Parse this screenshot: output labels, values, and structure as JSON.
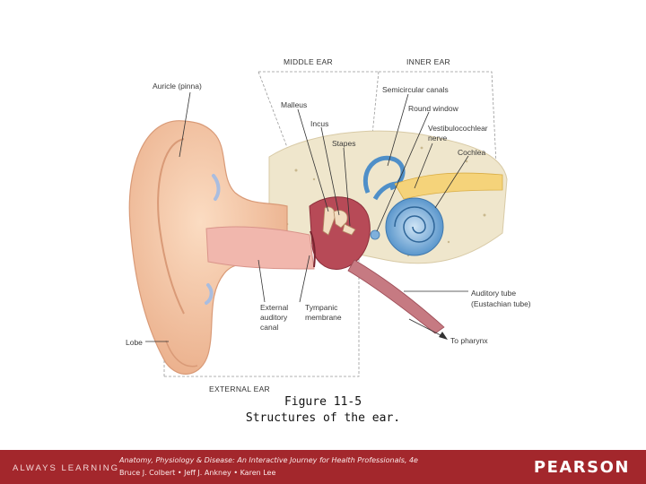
{
  "diagram": {
    "sections": {
      "middle_ear": "MIDDLE EAR",
      "inner_ear": "INNER EAR",
      "external_ear": "EXTERNAL EAR"
    },
    "labels": {
      "auricle": "Auricle (pinna)",
      "malleus": "Malleus",
      "incus": "Incus",
      "stapes": "Stapes",
      "semicircular_canals": "Semicircular canals",
      "round_window": "Round window",
      "vestibulocochlear_1": "Vestibulocochlear",
      "vestibulocochlear_2": "nerve",
      "cochlea": "Cochlea",
      "auditory_tube_1": "Auditory tube",
      "auditory_tube_2": "(Eustachian tube)",
      "to_pharynx": "To pharynx",
      "external_canal_1": "External",
      "external_canal_2": "auditory",
      "external_canal_3": "canal",
      "tympanic_1": "Tympanic",
      "tympanic_2": "membrane",
      "lobe": "Lobe"
    }
  },
  "caption": {
    "title": "Figure 11-5",
    "subtitle": "Structures of the ear."
  },
  "footer": {
    "tagline": "ALWAYS LEARNING",
    "book": "Anatomy, Physiology & Disease: An Interactive Journey for Health Professionals, 4e",
    "authors": "Bruce J. Colbert • Jeff J. Ankney • Karen Lee",
    "publisher": "PEARSON"
  },
  "colors": {
    "skin": "#f4c9a6",
    "canal_pink": "#f1b7ad",
    "bone": "#efe6cc",
    "cochlea_blue": "#5b9bd0",
    "nerve_yellow": "#f5d37a",
    "cavity_red": "#b74a57",
    "footer_red": "#a3272c"
  }
}
